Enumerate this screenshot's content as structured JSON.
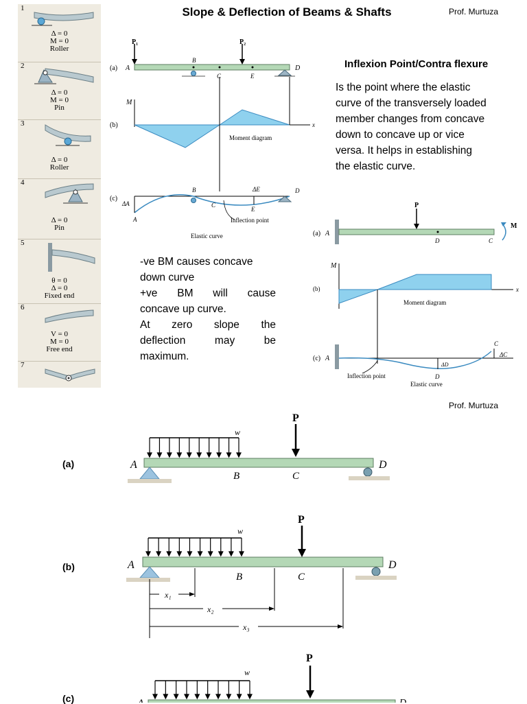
{
  "header": {
    "title": "Slope & Deflection of Beams & Shafts",
    "author_top": "Prof. Murtuza",
    "author_mid": "Prof. Murtuza"
  },
  "support_table": [
    {
      "num": "1",
      "lines": [
        "Δ = 0",
        "M = 0",
        "Roller"
      ]
    },
    {
      "num": "2",
      "lines": [
        "Δ = 0",
        "M = 0",
        "Pin"
      ]
    },
    {
      "num": "3",
      "lines": [
        "Δ = 0",
        "Roller"
      ]
    },
    {
      "num": "4",
      "lines": [
        "Δ = 0",
        "Pin"
      ]
    },
    {
      "num": "5",
      "lines": [
        "θ = 0",
        "Δ = 0",
        "Fixed end"
      ]
    },
    {
      "num": "6",
      "lines": [
        "V = 0",
        "M = 0",
        "Free end"
      ]
    },
    {
      "num": "7",
      "lines": []
    }
  ],
  "fig1": {
    "loads": [
      "P₁",
      "P₂"
    ],
    "points": [
      "A",
      "B",
      "C",
      "E",
      "D"
    ],
    "part_labels": [
      "(a)",
      "(b)",
      "(c)"
    ],
    "moment_axis": "M",
    "x_axis": "x",
    "moment_caption": "Moment diagram",
    "delta_a": "ΔA",
    "delta_e": "ΔE",
    "inflection": "Inflection point",
    "elastic_caption": "Elastic curve"
  },
  "inflexion": {
    "heading": "Inflexion Point/Contra flexure",
    "lines": [
      "Is the point where the elastic",
      "curve of the transversely loaded",
      "member changes from concave",
      "down to concave up or vice",
      "versa. It helps in establishing",
      "the elastic curve."
    ]
  },
  "notes": {
    "lines": [
      "-ve BM causes concave",
      "down curve",
      "+ve BM will cause",
      "concave up curve.",
      "At zero slope the",
      "deflection may be",
      "maximum."
    ]
  },
  "fig2": {
    "load": "P",
    "moment": "M",
    "points": [
      "A",
      "D",
      "C"
    ],
    "part_labels": [
      "(a)",
      "(b)",
      "(c)"
    ],
    "moment_axis": "M",
    "x_axis": "x",
    "moment_caption": "Moment diagram",
    "inflection": "Inflection point",
    "elastic_caption": "Elastic curve",
    "delta_d": "ΔD",
    "delta_c": "ΔC"
  },
  "examples": [
    {
      "label": "(a)",
      "load": "P",
      "udl": "w",
      "points": [
        "A",
        "B",
        "C",
        "D"
      ]
    },
    {
      "label": "(b)",
      "load": "P",
      "udl": "w",
      "points": [
        "A",
        "B",
        "C",
        "D"
      ],
      "dims": [
        "x₁",
        "x₂",
        "x₃"
      ]
    },
    {
      "label": "(c)",
      "load": "P",
      "udl": "w",
      "points": [
        "A",
        "D"
      ]
    }
  ]
}
